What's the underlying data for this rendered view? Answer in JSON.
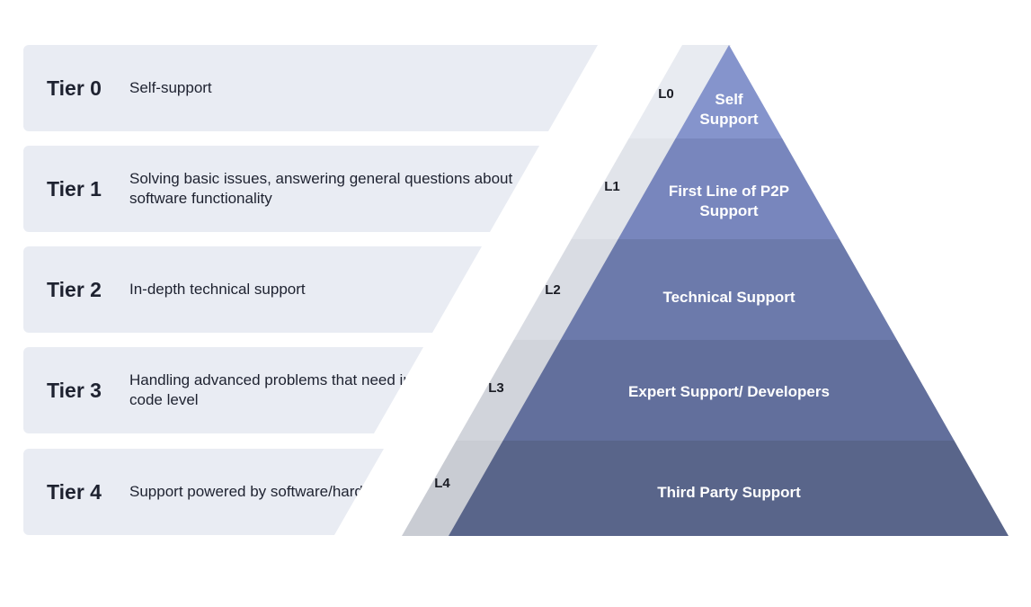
{
  "tiers": [
    {
      "title": "Tier 0",
      "desc": "Self-support"
    },
    {
      "title": "Tier 1",
      "desc": "Solving basic issues, answering general questions about software functionality"
    },
    {
      "title": "Tier 2",
      "desc": "In-depth technical support"
    },
    {
      "title": "Tier 3",
      "desc": "Handling advanced problems that need investigation on the code level"
    },
    {
      "title": "Tier 4",
      "desc": "Support powered by software/hardware vendors"
    }
  ],
  "levels": [
    "L0",
    "L1",
    "L2",
    "L3",
    "L4"
  ],
  "pyramid": [
    [
      "Self",
      "Support"
    ],
    [
      "First Line of P2P",
      "Support"
    ],
    [
      "Technical Support"
    ],
    [
      "Expert Support/ Developers"
    ],
    [
      "Third Party Support"
    ]
  ],
  "colors": {
    "row_bg": "#e9ecf3",
    "level_band": [
      "#e8ebf1",
      "#e1e4ea",
      "#d9dce3",
      "#d1d4db",
      "#c9ccd3"
    ],
    "layer": [
      "#8594cc",
      "#7886bd",
      "#6c7aab",
      "#626f9c",
      "#59658a"
    ]
  }
}
